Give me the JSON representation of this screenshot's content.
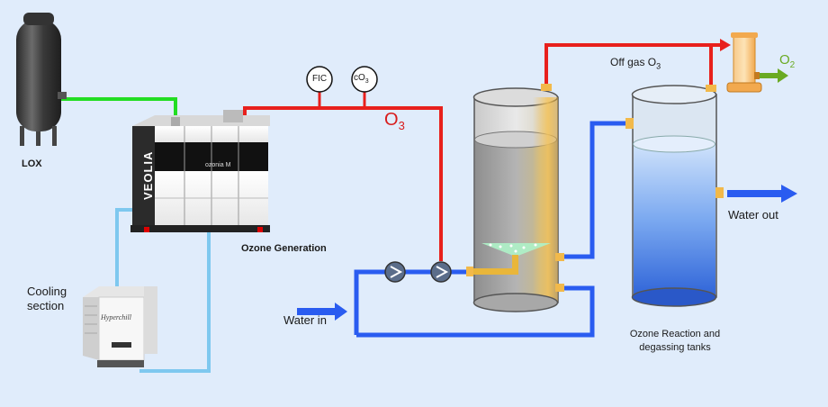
{
  "labels": {
    "lox": "LOX",
    "ozone_generation": "Ozone Generation",
    "cooling": "Cooling\nsection",
    "water_in": "Water in",
    "water_out": "Water out",
    "off_gas": "Off gas O",
    "off_gas_sub": "3",
    "o3_main": "O",
    "o3_main_sub": "3",
    "o2": "O",
    "o2_sub": "2",
    "reaction_tanks": "Ozone Reaction and\ndegassing tanks",
    "fic": "FIC",
    "co3": "cO",
    "co3_sub": "3"
  },
  "branding": {
    "generator_brand": "VEOLIA",
    "generator_model": "ozonia M",
    "chiller_brand": "Hyperchill"
  },
  "colors": {
    "background": "#e0ecfb",
    "oxygen_line": "#22dd22",
    "ozone_line": "#e8201c",
    "water_line": "#2a5cf0",
    "cooling_line": "#7ec8ef",
    "o2_arrow": "#6aaa22",
    "o3_label": "#d81c1c"
  }
}
